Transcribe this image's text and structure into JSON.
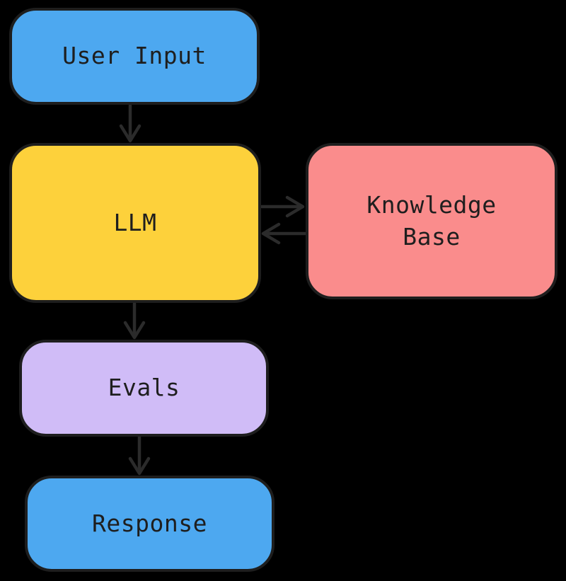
{
  "diagram": {
    "type": "flowchart",
    "nodes": {
      "user_input": {
        "label": "User Input",
        "fill": "#4DA8F0"
      },
      "llm": {
        "label": "LLM",
        "fill": "#FDD13B"
      },
      "knowledge_base": {
        "label": "Knowledge Base",
        "fill": "#FA8C8C"
      },
      "evals": {
        "label": "Evals",
        "fill": "#D0BCF7"
      },
      "response": {
        "label": "Response",
        "fill": "#4DA8F0"
      }
    },
    "edges": [
      {
        "from": "User Input",
        "to": "LLM",
        "direction": "down"
      },
      {
        "from": "LLM",
        "to": "Knowledge Base",
        "direction": "right"
      },
      {
        "from": "Knowledge Base",
        "to": "LLM",
        "direction": "left"
      },
      {
        "from": "LLM",
        "to": "Evals",
        "direction": "down"
      },
      {
        "from": "Evals",
        "to": "Response",
        "direction": "down"
      }
    ],
    "colors": {
      "background": "#000000",
      "node_border": "#1e1e1e",
      "arrow": "#2b2b2b",
      "text": "#1e1e1e"
    }
  }
}
